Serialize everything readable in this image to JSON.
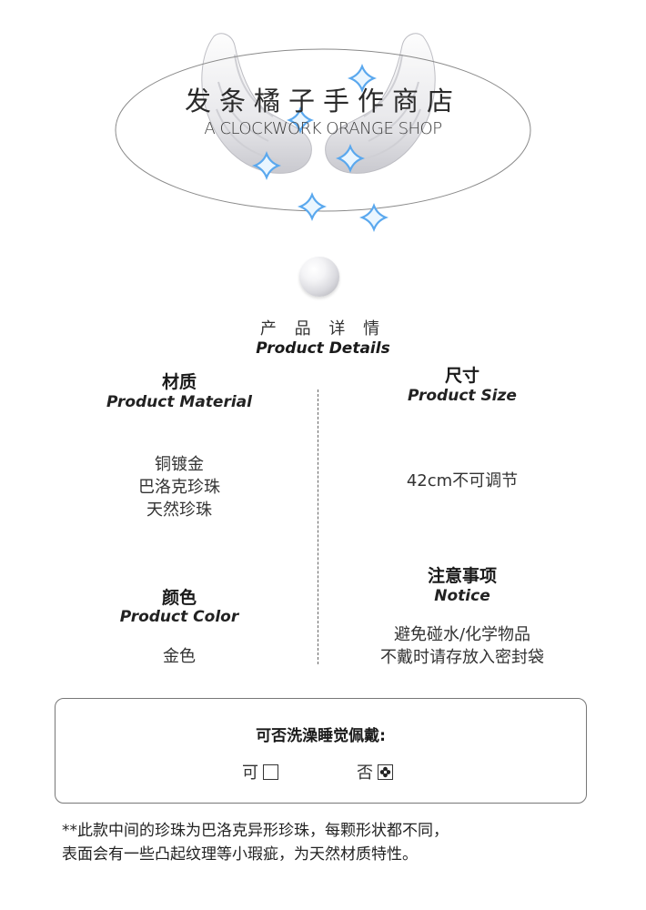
{
  "header": {
    "brand_cn": "发条橘子手作商店",
    "brand_en": "A CLOCKWORK ORANGE SHOP"
  },
  "section": {
    "title_cn": "产 品 详 情",
    "title_en": "Product Details"
  },
  "material": {
    "title_cn": "材质",
    "title_en": "Product Material",
    "values": [
      "铜镀金",
      "巴洛克珍珠",
      "天然珍珠"
    ]
  },
  "size": {
    "title_cn": "尺寸",
    "title_en": "Product Size",
    "value": "42cm不可调节"
  },
  "color": {
    "title_cn": "颜色",
    "title_en": "Product Color",
    "value": "金色"
  },
  "notice": {
    "title_cn": "注意事项",
    "title_en": "Notice",
    "values": [
      "避免碰水/化学物品",
      "不戴时请存放入密封袋"
    ]
  },
  "wear": {
    "question": "可否洗澡睡觉佩戴:",
    "yes_label": "可",
    "no_label": "否",
    "yes_checked": false,
    "no_checked": true
  },
  "footnote": {
    "lines": [
      "**此款中间的珍珠为巴洛克异形珍珠，每颗形状都不同，",
      "表面会有一些凸起纹理等小瑕疵，为天然材质特性。"
    ]
  },
  "colors": {
    "star_stroke": "#5aa8ee",
    "star_fill": "#eaf6ff",
    "ellipse": "#8a8a8a"
  },
  "icons": [
    "angel-wings-icon",
    "sparkle-star-icon",
    "pearl-icon",
    "checkbox-icon",
    "flower-check-icon"
  ]
}
